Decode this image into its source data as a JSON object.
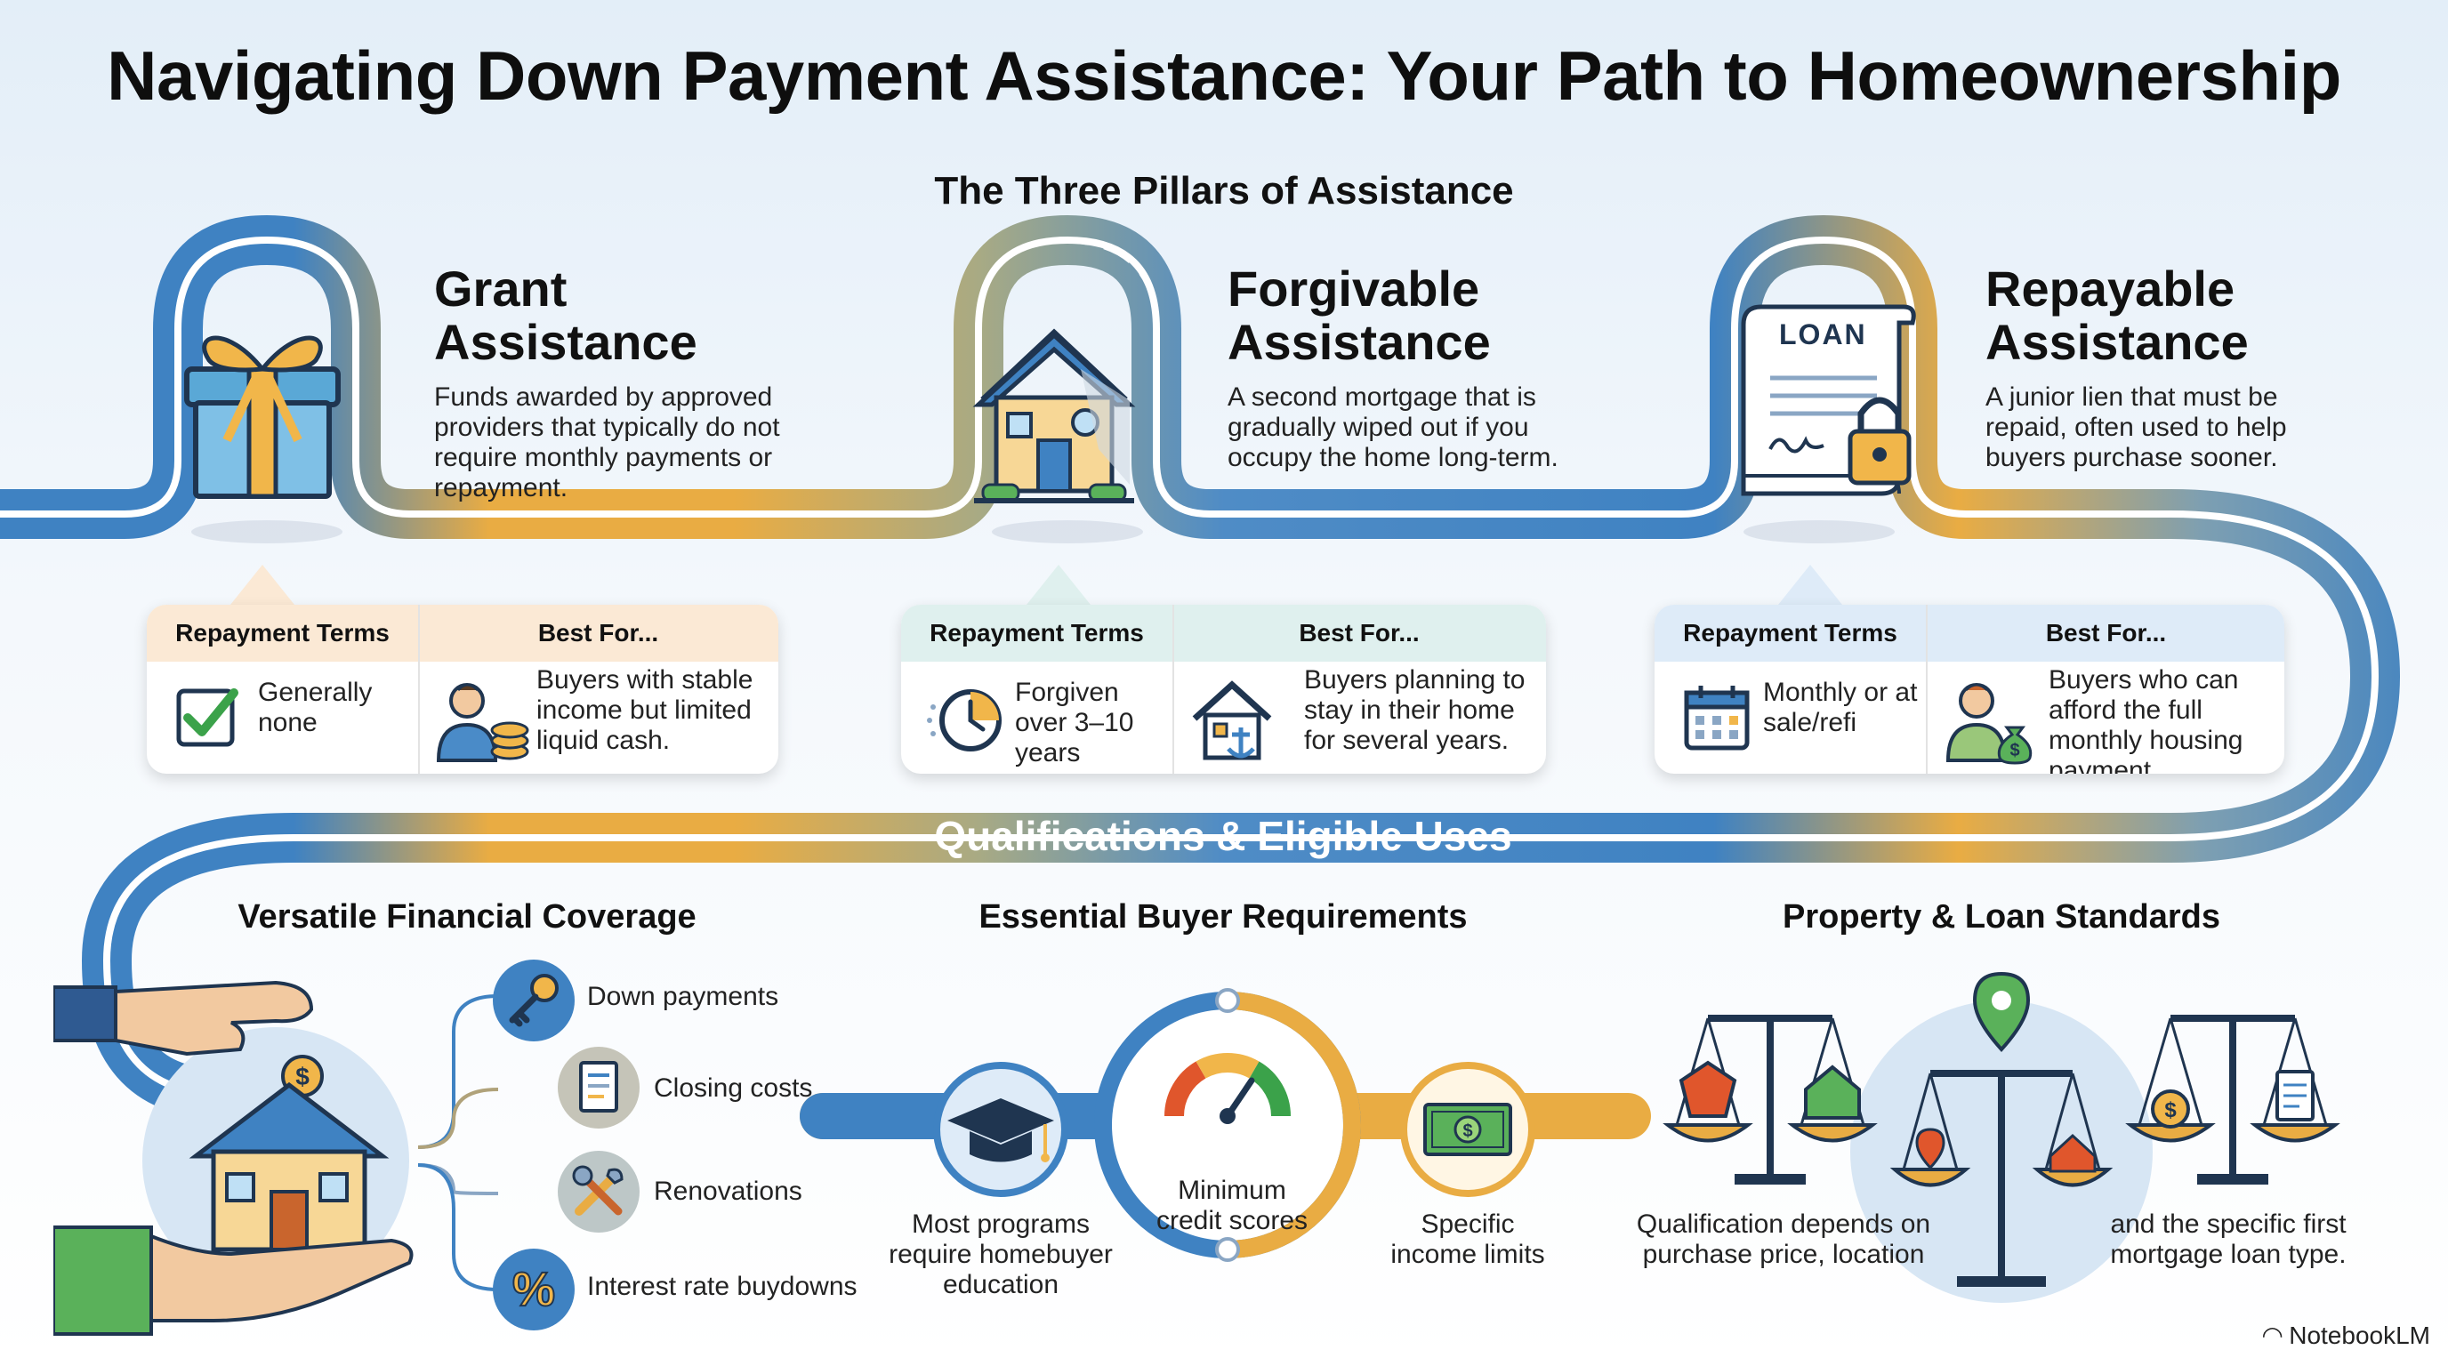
{
  "title": "Navigating Down Payment Assistance: Your Path to Homeownership",
  "pillars_heading": "The Three Pillars of Assistance",
  "pillars": [
    {
      "title_line1": "Grant",
      "title_line2": "Assistance",
      "description": "Funds awarded by approved providers that typically do not require monthly payments or repayment.",
      "repayment_header": "Repayment Terms",
      "best_header": "Best For...",
      "repayment_text": "Generally none",
      "best_text": "Buyers with stable income but limited liquid cash."
    },
    {
      "title_line1": "Forgivable",
      "title_line2": "Assistance",
      "description": "A second mortgage that is gradually wiped out if you occupy the home long-term.",
      "repayment_header": "Repayment Terms",
      "best_header": "Best For...",
      "repayment_text": "Forgiven over 3–10 years",
      "best_text": "Buyers planning to stay in their home for several years."
    },
    {
      "title_line1": "Repayable",
      "title_line2": "Assistance",
      "description": "A junior lien that must be repaid, often used to help buyers purchase sooner.",
      "repayment_header": "Repayment Terms",
      "best_header": "Best For...",
      "repayment_text": "Monthly or at sale/refi",
      "best_text": "Buyers who can afford the full monthly housing payment."
    }
  ],
  "loan_doc_label": "LOAN",
  "qualifications_banner": "Qualifications & Eligible Uses",
  "coverage": {
    "heading": "Versatile Financial Coverage",
    "items": [
      "Down payments",
      "Closing costs",
      "Renovations",
      "Interest rate buydowns"
    ]
  },
  "requirements": {
    "heading": "Essential Buyer Requirements",
    "education": "Most programs require homebuyer education",
    "credit": "Minimum credit scores",
    "income": "Specific income limits"
  },
  "standards": {
    "heading": "Property & Loan Standards",
    "left_text": "Qualification depends on purchase price, location",
    "right_text": "and the specific first mortgage loan type."
  },
  "brand": "NotebookLM",
  "colors": {
    "road_blue": "#3f82c2",
    "road_gold": "#e9ac43",
    "card_peach": "#fbe9d5",
    "card_mint": "#dff0ee",
    "card_blue": "#deebf8"
  }
}
